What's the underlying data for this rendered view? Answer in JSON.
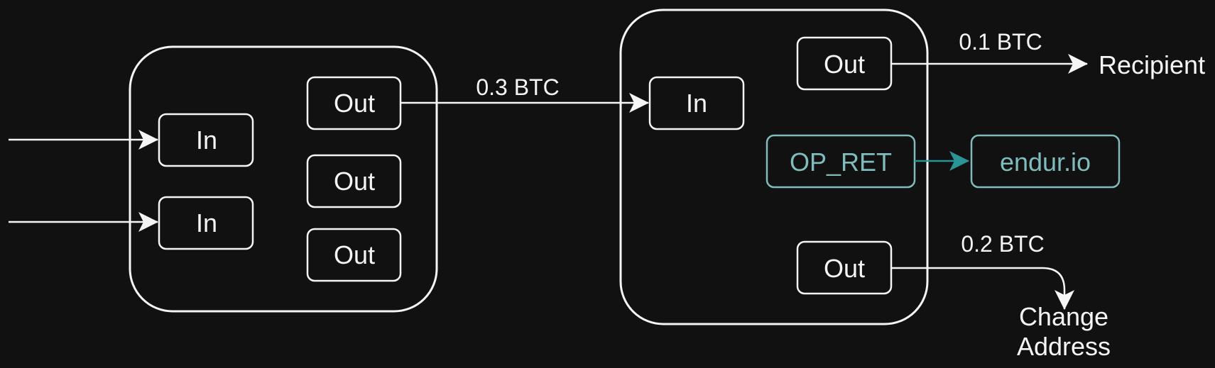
{
  "tx1": {
    "inputs": [
      "In",
      "In"
    ],
    "outputs": [
      "Out",
      "Out",
      "Out"
    ]
  },
  "tx2": {
    "input": "In",
    "output_recipient": "Out",
    "op_return": "OP_RET",
    "output_change": "Out"
  },
  "flows": {
    "tx1_to_tx2_amount": "0.3 BTC",
    "recipient_amount": "0.1 BTC",
    "change_amount": "0.2 BTC"
  },
  "destinations": {
    "recipient": "Recipient",
    "op_return_target": "endur.io",
    "change_line1": "Change",
    "change_line2": "Address"
  },
  "colors": {
    "background": "#111111",
    "foreground": "#f5f5f5",
    "accent_teal": "#2a9596",
    "teal_text": "#7fbcbb"
  }
}
